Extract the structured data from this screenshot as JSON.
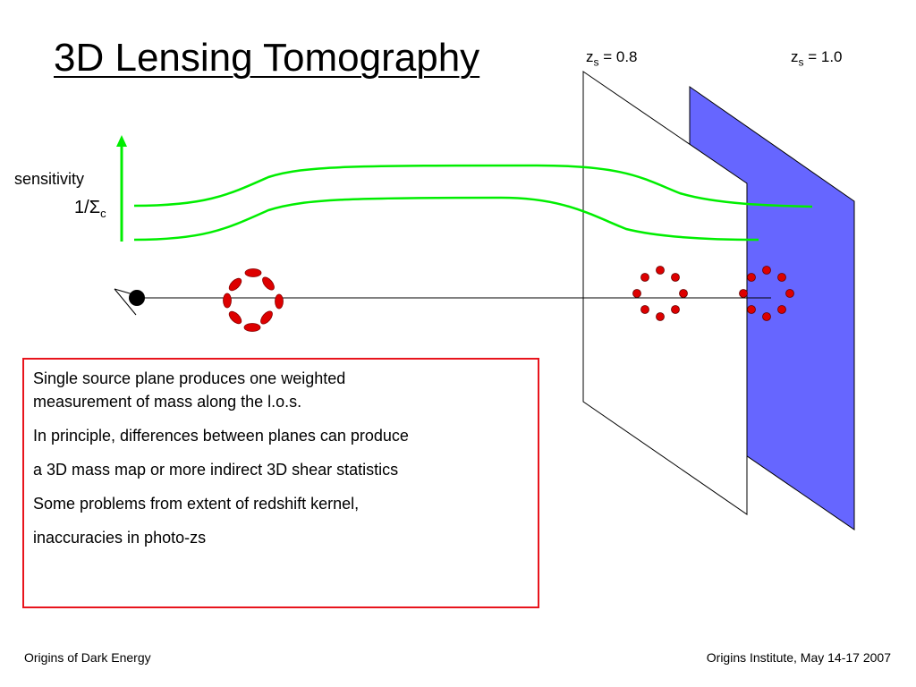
{
  "slide": {
    "title": "3D Lensing Tomography"
  },
  "diagram": {
    "planes": [
      {
        "z_symbol": "z",
        "subscript": "s",
        "value_text": " = 0.8",
        "fill": "#ffffff"
      },
      {
        "z_symbol": "z",
        "subscript": "s",
        "value_text": " = 1.0",
        "fill": "#6666ff"
      }
    ],
    "axis": {
      "label": "sensitivity",
      "inverse_prefix": "1/",
      "sigma_symbol": "Σ",
      "sigma_subscript": "c",
      "arrow_color": "#00ee00"
    },
    "kernel_curve_color": "#00ee00",
    "source_ring_color": "#dd0000"
  },
  "notes": {
    "line1": "Single source plane produces one weighted",
    "line2": "measurement of mass along the l.o.s.",
    "line3": "In principle, differences between planes can produce",
    "line4": "a 3D mass map or more indirect 3D shear statistics",
    "line5": "Some problems from extent of redshift kernel,",
    "line6": "inaccuracies in photo-zs",
    "border_color": "#e8141c"
  },
  "footer": {
    "left": "Origins of Dark Energy",
    "right": "Origins Institute, May 14-17 2007"
  }
}
